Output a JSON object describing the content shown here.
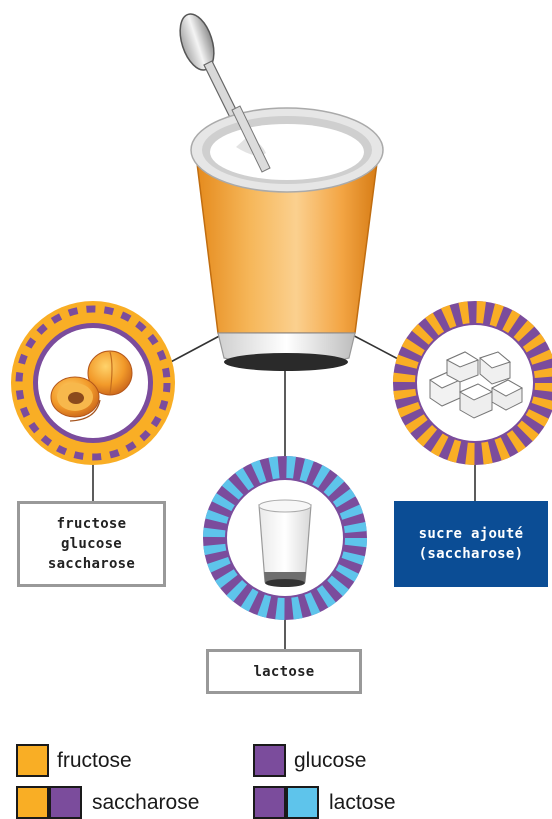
{
  "nodes": {
    "fruit": {
      "lines": [
        "fructose",
        "glucose",
        "saccharose"
      ]
    },
    "sugar": {
      "lines": [
        "sucre ajouté",
        "(saccharose)"
      ]
    },
    "milk": {
      "lines": [
        "lactose"
      ]
    }
  },
  "legend": {
    "fructose": {
      "label": "fructose"
    },
    "glucose": {
      "label": "glucose"
    },
    "saccharose": {
      "label": "saccharose"
    },
    "lactose": {
      "label": "lactose"
    }
  },
  "colors": {
    "fructose": "#f9ae25",
    "glucose": "#7b4c9c",
    "lactose": "#5ec4eb",
    "added_sugar_box": "#0b4d95",
    "box_border": "#999999",
    "connector": "#333333",
    "cup_orange": "#f2a33c"
  },
  "icons": {
    "center": "yogurt-cup-with-spoon-icon",
    "fruit": "apricot-icon",
    "milk": "glass-of-milk-icon",
    "sugar": "sugar-cubes-icon"
  }
}
